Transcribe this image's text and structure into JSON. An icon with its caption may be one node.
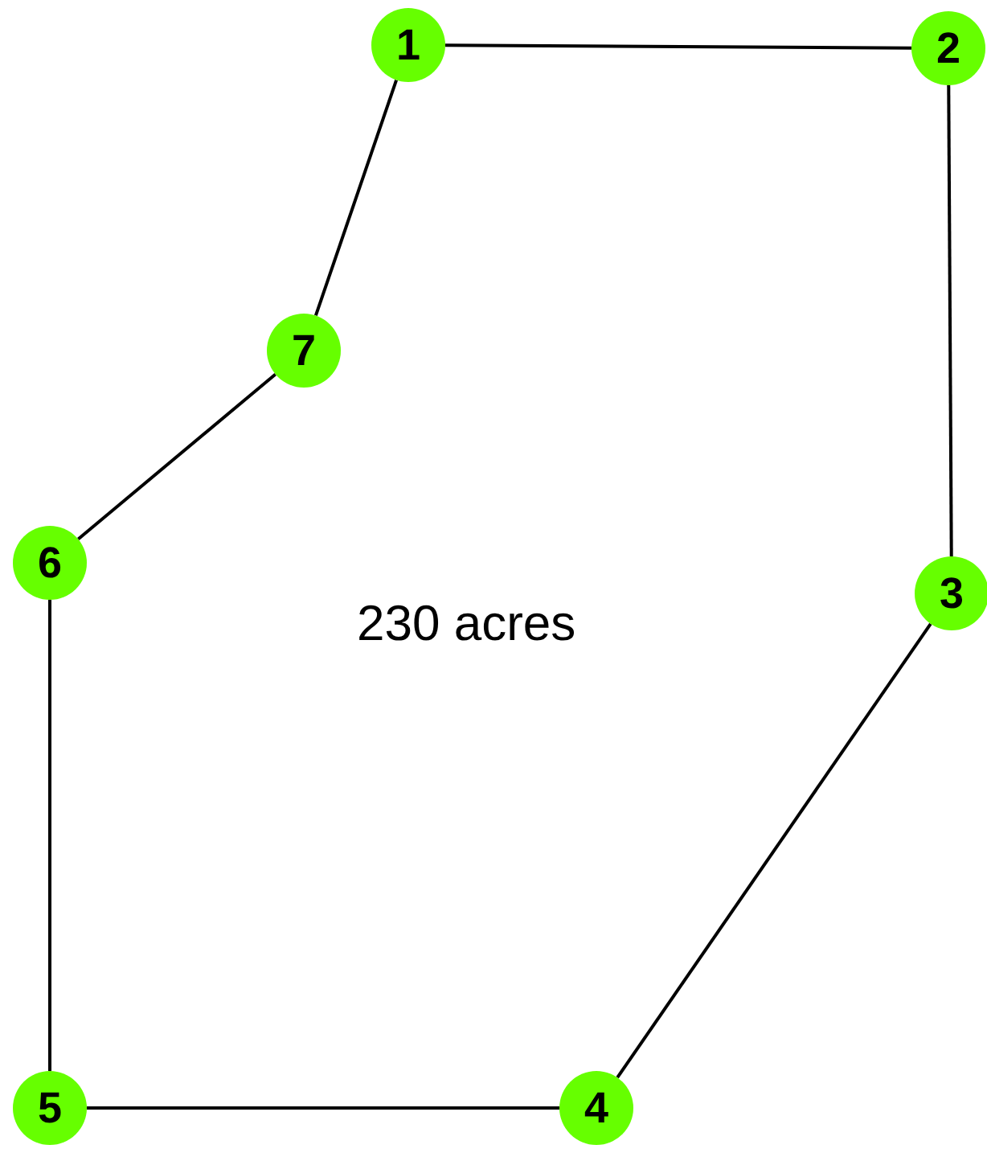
{
  "diagram": {
    "nodes": [
      {
        "text": [
          "1"
        ]
      },
      {
        "text": [
          "2"
        ]
      },
      {
        "text": [
          "3"
        ]
      },
      {
        "text": [
          "4"
        ]
      },
      {
        "text": [
          "5"
        ]
      },
      {
        "text": [
          "6"
        ]
      },
      {
        "text": [
          "7"
        ]
      }
    ],
    "edges": [
      {
        "from": 0,
        "to": 1,
        "arrow": "none"
      },
      {
        "from": 1,
        "to": 2,
        "arrow": "none"
      },
      {
        "from": 2,
        "to": 3,
        "arrow": "none"
      },
      {
        "from": 3,
        "to": 4,
        "arrow": "none"
      },
      {
        "from": 4,
        "to": 5,
        "arrow": "none"
      },
      {
        "from": 5,
        "to": 6,
        "arrow": "none"
      },
      {
        "from": 6,
        "to": 0,
        "arrow": "none"
      }
    ],
    "labels": [
      "230 acres"
    ]
  }
}
